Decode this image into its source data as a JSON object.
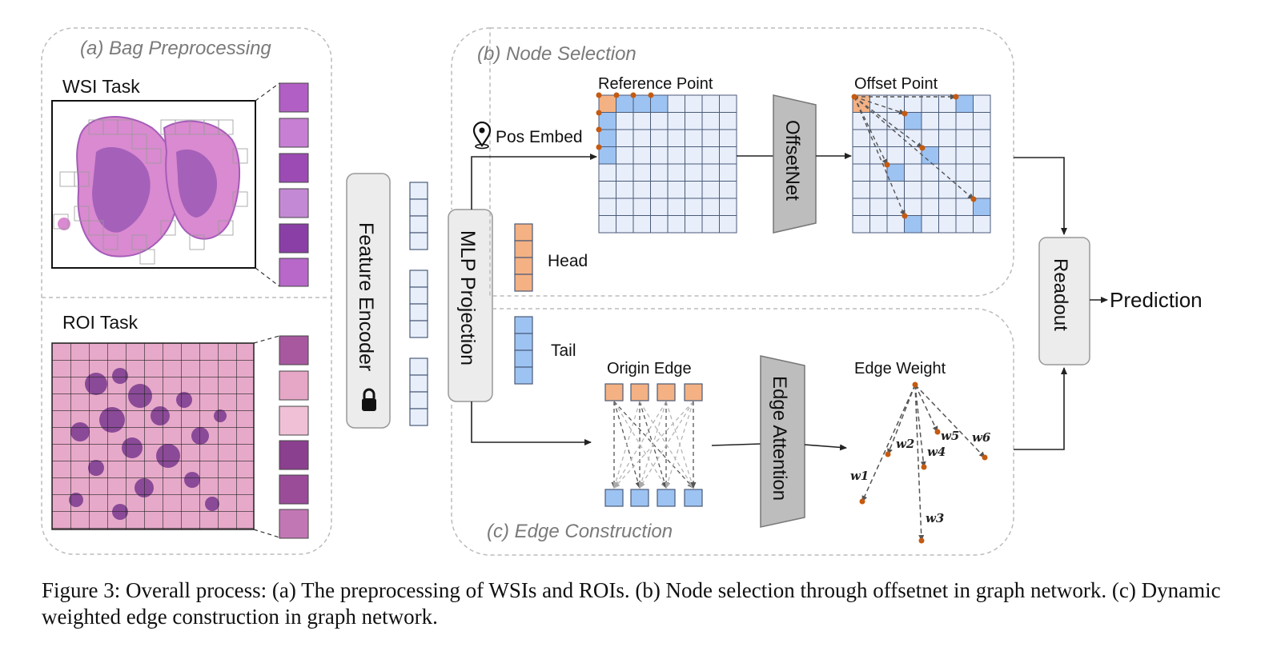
{
  "panels": {
    "a_title": "(a) Bag Preprocessing",
    "b_title": "(b) Node Selection",
    "c_title": "(c) Edge Construction"
  },
  "labels": {
    "wsi_task": "WSI Task",
    "roi_task": "ROI Task",
    "feature_encoder": "Feature Encoder",
    "mlp_projection": "MLP Projection",
    "pos_embed": "Pos Embed",
    "head": "Head",
    "tail": "Tail",
    "reference_point": "Reference Point",
    "offset_point": "Offset Point",
    "offsetnet": "OffsetNet",
    "origin_edge": "Origin Edge",
    "edge_attention": "Edge Attention",
    "edge_weight": "Edge Weight",
    "readout": "Readout",
    "prediction": "Prediction"
  },
  "weights": [
    "w1",
    "w2",
    "w3",
    "w4",
    "w5",
    "w6"
  ],
  "caption": "Figure 3: Overall process: (a) The preprocessing of WSIs and ROIs. (b) Node selection through offsetnet in graph network. (c) Dynamic weighted edge construction in graph network.",
  "colors": {
    "orange": "#f4b183",
    "blue": "#9dc3f2",
    "grid_fill": "#e8effb",
    "grid_line": "#4a5a78",
    "dot": "#c55a11",
    "tissue_pink": "#e8a6d6",
    "tissue_purple": "#7a3b9c"
  }
}
